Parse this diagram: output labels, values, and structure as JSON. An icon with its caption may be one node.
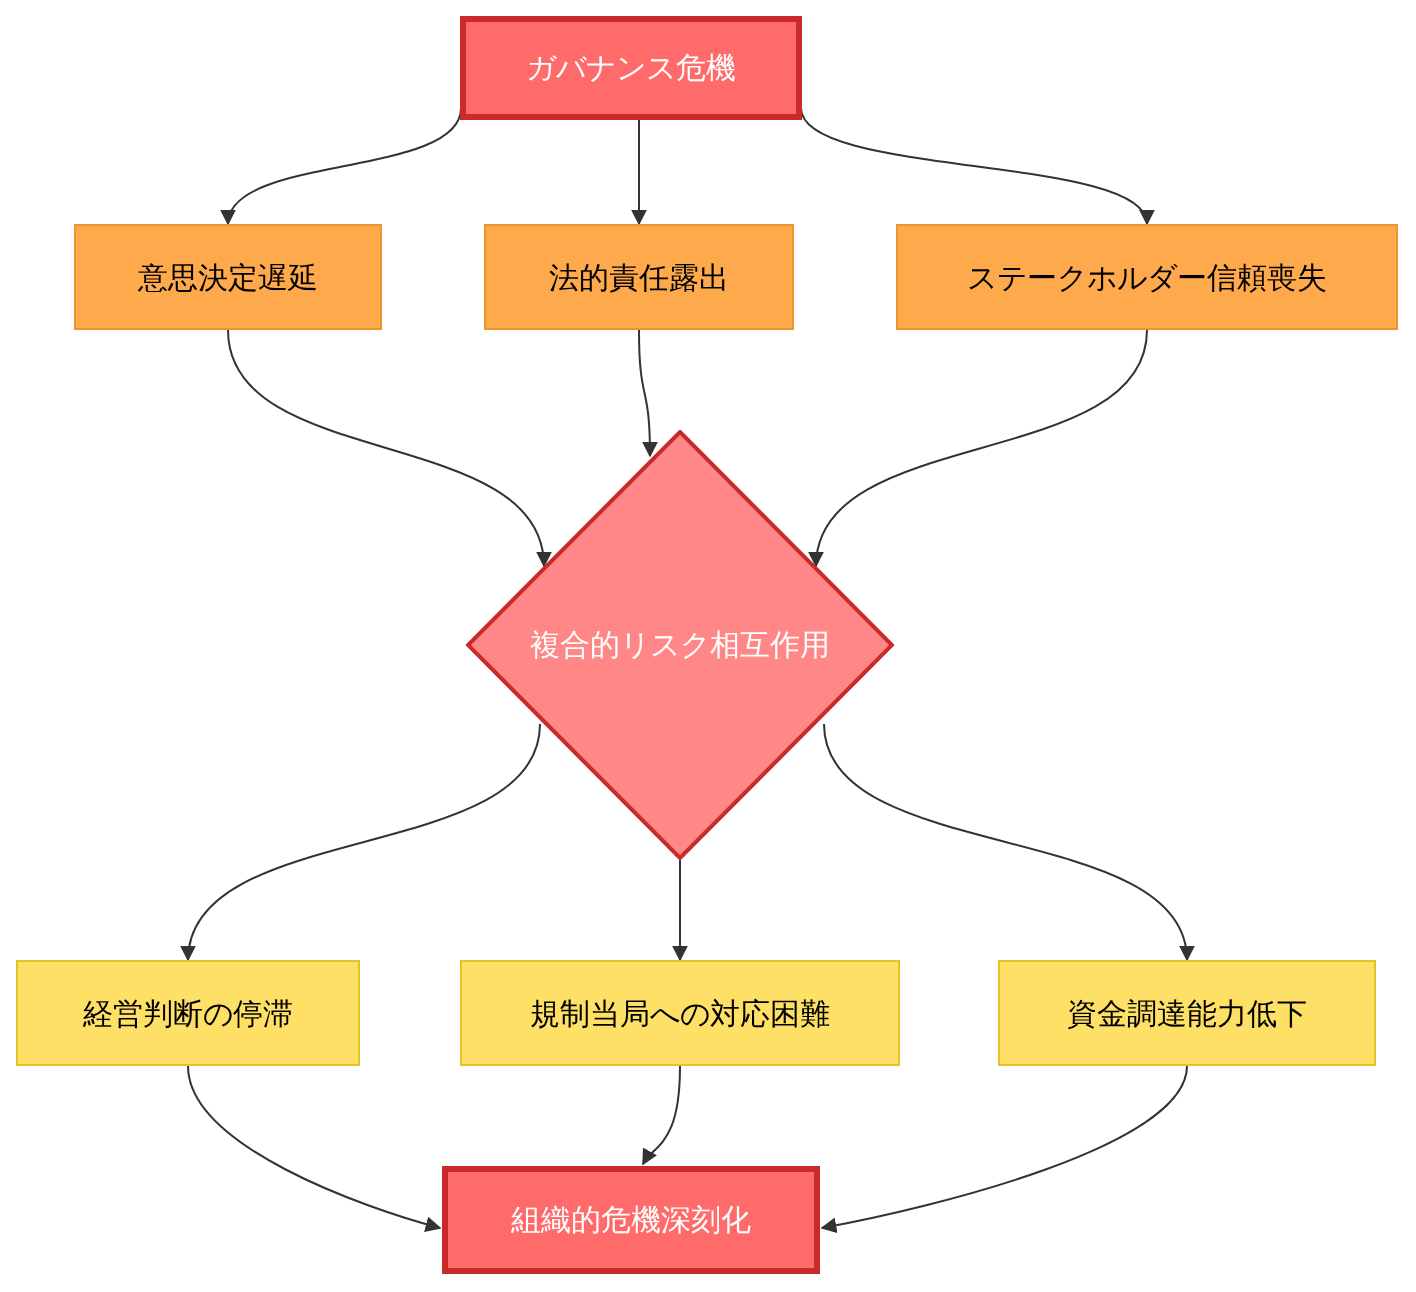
{
  "diagram": {
    "nodes": [
      {
        "text": [
          "ガバナンス危機"
        ]
      },
      {
        "text": [
          "意思決定遅延"
        ]
      },
      {
        "text": [
          "法的責任露出"
        ]
      },
      {
        "text": [
          "ステークホルダー信頼喪失"
        ]
      },
      {
        "text": [
          "複合的リスク相互作用"
        ]
      },
      {
        "text": [
          "経営判断の停滞"
        ]
      },
      {
        "text": [
          "規制当局への対応困難"
        ]
      },
      {
        "text": [
          "資金調達能力低下"
        ]
      },
      {
        "text": [
          "組織的危機深刻化"
        ]
      }
    ],
    "edges": [
      {
        "from": 0,
        "to": 1,
        "arrow": "to"
      },
      {
        "from": 0,
        "to": 2,
        "arrow": "to"
      },
      {
        "from": 0,
        "to": 3,
        "arrow": "to"
      },
      {
        "from": 1,
        "to": 4,
        "arrow": "to"
      },
      {
        "from": 2,
        "to": 4,
        "arrow": "to"
      },
      {
        "from": 3,
        "to": 4,
        "arrow": "to"
      },
      {
        "from": 4,
        "to": 5,
        "arrow": "to"
      },
      {
        "from": 4,
        "to": 6,
        "arrow": "to"
      },
      {
        "from": 4,
        "to": 7,
        "arrow": "to"
      },
      {
        "from": 5,
        "to": 8,
        "arrow": "to"
      },
      {
        "from": 6,
        "to": 8,
        "arrow": "to"
      },
      {
        "from": 7,
        "to": 8,
        "arrow": "to"
      }
    ]
  }
}
